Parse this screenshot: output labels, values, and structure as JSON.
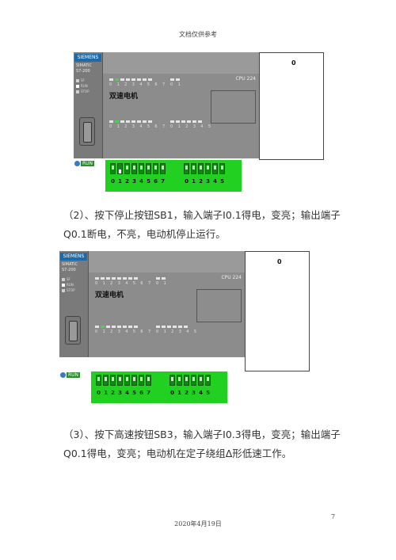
{
  "header": "文档仅供参考",
  "figures": [
    {
      "brand": "SIEMENS",
      "model_line1": "SIMATIC",
      "model_line2": "S7-200",
      "led_sf": "SF",
      "led_run": "RUN",
      "led_stop": "STOP",
      "cpu": "CPU 224",
      "input_digits_a": "0 1 2 3 4 5 6 7",
      "input_digits_b": "0 1",
      "output_digits_a": "0 1 2 3 4 5 6 7",
      "output_digits_b": "0 1 2 3 4 5",
      "motor_label": "双速电机",
      "monitor_value": "0",
      "run_label": "RUN",
      "switch_digits": [
        "0",
        "1",
        "2",
        "3",
        "4",
        "5",
        "6",
        "7",
        "0",
        "1",
        "2",
        "3",
        "4",
        "5"
      ],
      "lit_input": 1,
      "lit_output": 1
    },
    {
      "brand": "SIEMENS",
      "model_line1": "SIMATIC",
      "model_line2": "S7-200",
      "led_sf": "SF",
      "led_run": "RUN",
      "led_stop": "STOP",
      "cpu": "CPU 224",
      "input_digits_a": "0 1 2 3 4 5 6 7",
      "input_digits_b": "0 1",
      "output_digits_a": "0 1 2 3 4 5 6 7",
      "output_digits_b": "0 1 2 3 4 5",
      "motor_label": "双速电机",
      "monitor_value": "0",
      "run_label": "RUN",
      "switch_digits": [
        "0",
        "1",
        "2",
        "3",
        "4",
        "5",
        "6",
        "7",
        "0",
        "1",
        "2",
        "3",
        "4",
        "5"
      ],
      "lit_input": null,
      "lit_output": 1
    }
  ],
  "paragraphs": {
    "p1": "（2）、按下停止按钮SB1，输入端子I0.1得电，变亮；输出端子Q0.1断电，不亮，电动机停止运行。",
    "p2": "（3）、按下高速按钮SB3，输入端子I0.3得电，变亮；输出端子Q0.1得电，变亮；电动机在定子绕组Δ形低速工作。"
  },
  "page_number": "7",
  "footer_date": "2020年4月19日"
}
